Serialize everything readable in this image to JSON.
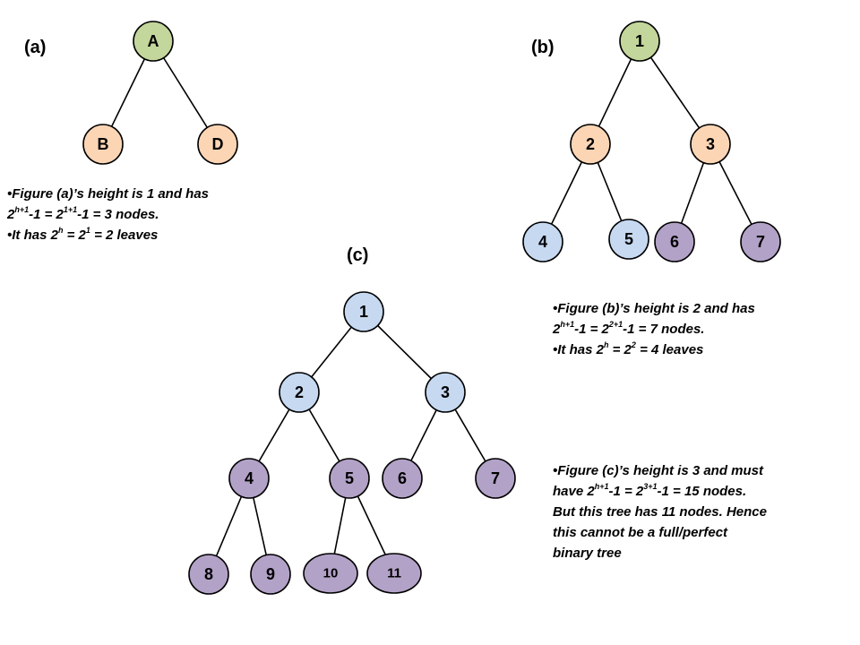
{
  "colors": {
    "green": "#c3d69b",
    "peach": "#fcd5b5",
    "blue": "#c6d9f1",
    "purple": "#b3a2c7"
  },
  "panels": {
    "a": {
      "label": "(a)"
    },
    "b": {
      "label": "(b)"
    },
    "c": {
      "label": "(c)"
    }
  },
  "trees": {
    "a": {
      "nodes": [
        {
          "id": "a-A",
          "label": "A",
          "color": "green"
        },
        {
          "id": "a-B",
          "label": "B",
          "color": "peach"
        },
        {
          "id": "a-D",
          "label": "D",
          "color": "peach"
        }
      ],
      "edges": [
        [
          "a-A",
          "a-B"
        ],
        [
          "a-A",
          "a-D"
        ]
      ]
    },
    "b": {
      "nodes": [
        {
          "id": "b-1",
          "label": "1",
          "color": "green"
        },
        {
          "id": "b-2",
          "label": "2",
          "color": "peach"
        },
        {
          "id": "b-3",
          "label": "3",
          "color": "peach"
        },
        {
          "id": "b-4",
          "label": "4",
          "color": "blue"
        },
        {
          "id": "b-5",
          "label": "5",
          "color": "blue"
        },
        {
          "id": "b-6",
          "label": "6",
          "color": "purple"
        },
        {
          "id": "b-7",
          "label": "7",
          "color": "purple"
        }
      ],
      "edges": [
        [
          "b-1",
          "b-2"
        ],
        [
          "b-1",
          "b-3"
        ],
        [
          "b-2",
          "b-4"
        ],
        [
          "b-2",
          "b-5"
        ],
        [
          "b-3",
          "b-6"
        ],
        [
          "b-3",
          "b-7"
        ]
      ]
    },
    "c": {
      "nodes": [
        {
          "id": "c-1",
          "label": "1",
          "color": "blue"
        },
        {
          "id": "c-2",
          "label": "2",
          "color": "blue"
        },
        {
          "id": "c-3",
          "label": "3",
          "color": "blue"
        },
        {
          "id": "c-4",
          "label": "4",
          "color": "purple"
        },
        {
          "id": "c-5",
          "label": "5",
          "color": "purple"
        },
        {
          "id": "c-6",
          "label": "6",
          "color": "purple"
        },
        {
          "id": "c-7",
          "label": "7",
          "color": "purple"
        },
        {
          "id": "c-8",
          "label": "8",
          "color": "purple"
        },
        {
          "id": "c-9",
          "label": "9",
          "color": "purple"
        },
        {
          "id": "c-10",
          "label": "10",
          "color": "purple"
        },
        {
          "id": "c-11",
          "label": "11",
          "color": "purple"
        }
      ],
      "edges": [
        [
          "c-1",
          "c-2"
        ],
        [
          "c-1",
          "c-3"
        ],
        [
          "c-2",
          "c-4"
        ],
        [
          "c-2",
          "c-5"
        ],
        [
          "c-3",
          "c-6"
        ],
        [
          "c-3",
          "c-7"
        ],
        [
          "c-4",
          "c-8"
        ],
        [
          "c-4",
          "c-9"
        ],
        [
          "c-5",
          "c-10"
        ],
        [
          "c-5",
          "c-11"
        ]
      ]
    }
  },
  "notes": {
    "a": {
      "line1": "•Figure (a)’s height is 1 and has",
      "line2": {
        "p1": "2",
        "s1": "h+1",
        "p2": "-1 = 2",
        "s2": "1+1",
        "p3": "-1 = 3 nodes."
      },
      "line3": {
        "p1": "•It has 2",
        "s1": "h",
        "p2": " = 2",
        "s2": "1",
        "p3": " = 2 leaves"
      }
    },
    "b": {
      "line1": "•Figure (b)’s height is 2 and has",
      "line2": {
        "p1": "2",
        "s1": "h+1",
        "p2": "-1 = 2",
        "s2": "2+1",
        "p3": "-1 = 7 nodes."
      },
      "line3": {
        "p1": "•It has 2",
        "s1": "h",
        "p2": " = 2",
        "s2": "2",
        "p3": " = 4 leaves"
      }
    },
    "c": {
      "line1": "•Figure (c)’s height is 3 and must",
      "line2": {
        "p1": "have 2",
        "s1": "h+1",
        "p2": "-1 = 2",
        "s2": "3+1",
        "p3": "-1 = 15 nodes."
      },
      "line3": "But this tree has 11 nodes. Hence",
      "line4": "this cannot be a full/perfect",
      "line5": "binary tree"
    }
  }
}
